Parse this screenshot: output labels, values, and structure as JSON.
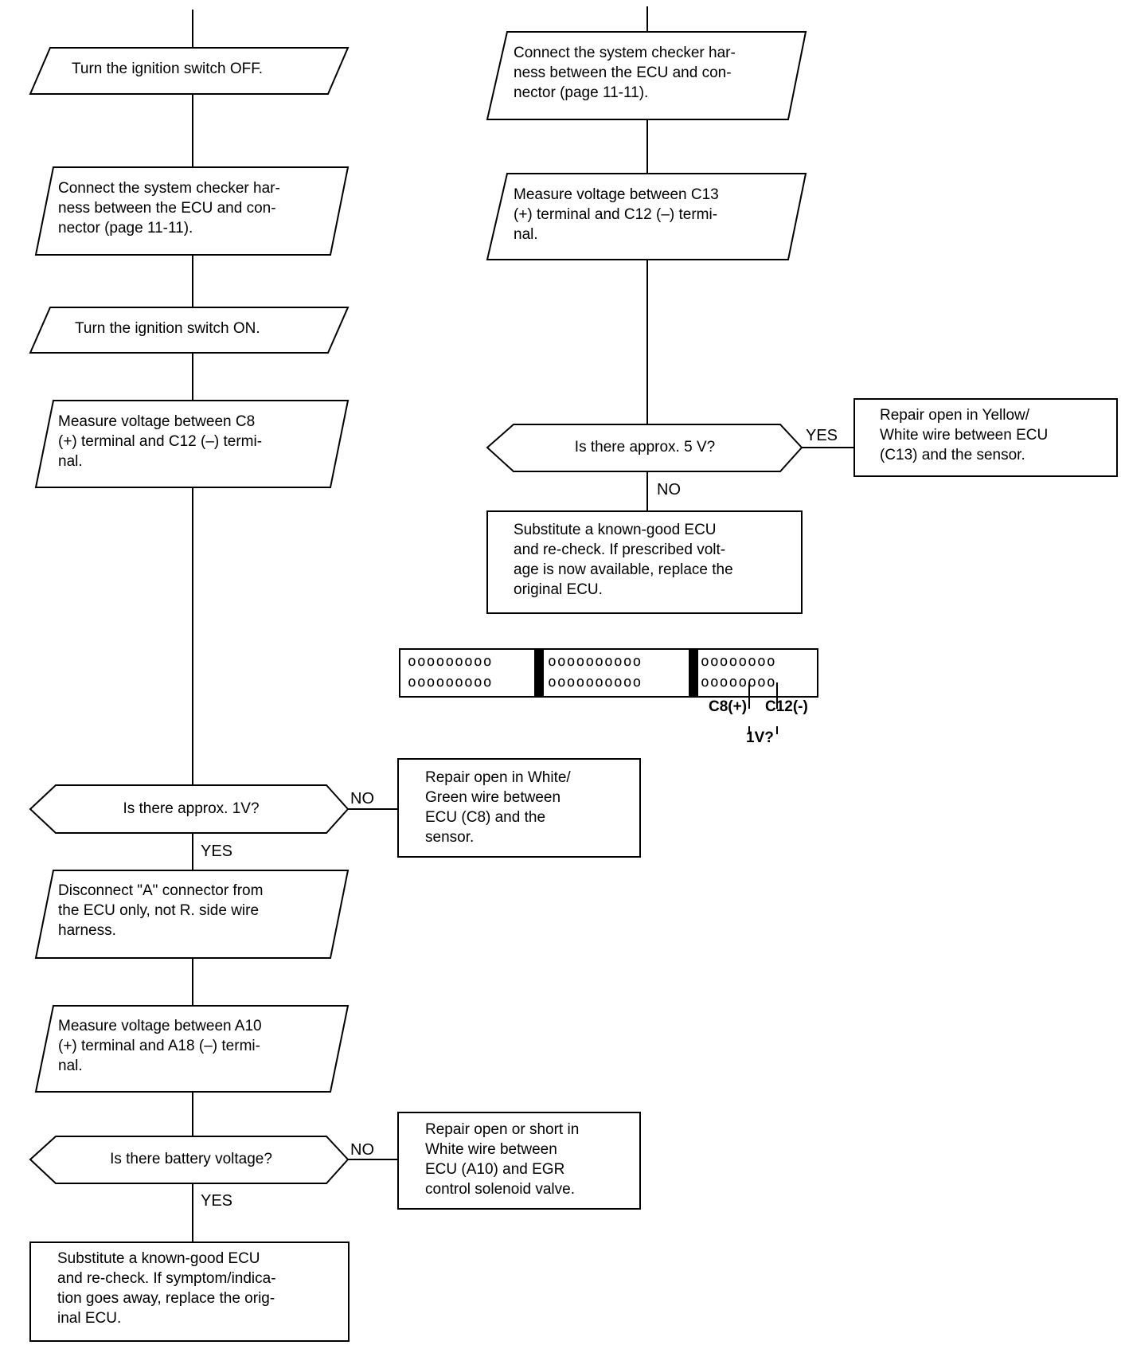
{
  "left_column": {
    "step1": "Turn the ignition switch OFF.",
    "step2": "Connect the system checker har-\nness between the ECU and con-\nnector (page 11-11).",
    "step3": "Turn the ignition switch ON.",
    "step4": "Measure voltage between C8\n(+) terminal and C12 (–) termi-\nnal.",
    "decision1": "Is there approx. 1V?",
    "decision1_no": "NO",
    "decision1_yes": "YES",
    "result1": "Repair open in White/\nGreen wire between\nECU (C8) and the\nsensor.",
    "step5": "Disconnect \"A\" connector from\nthe ECU only, not R. side wire\nharness.",
    "step6": "Measure voltage between A10\n(+) terminal and A18 (–) termi-\nnal.",
    "decision2": "Is there battery voltage?",
    "decision2_no": "NO",
    "decision2_yes": "YES",
    "result2": "Repair open or short in\nWhite wire between\nECU (A10) and EGR\ncontrol solenoid valve.",
    "final": "Substitute a known-good ECU\nand re-check. If symptom/indica-\ntion goes away, replace the orig-\ninal ECU."
  },
  "right_column": {
    "step1": "Connect the system checker har-\nness between the ECU and con-\nnector (page 11-11).",
    "step2": "Measure voltage between C13\n(+) terminal and C12 (–) termi-\nnal.",
    "decision": "Is there approx. 5 V?",
    "decision_yes": "YES",
    "decision_no": "NO",
    "result_yes": "Repair open in Yellow/\nWhite wire between ECU\n(C13) and the sensor.",
    "result_no": "Substitute a known-good ECU\nand re-check. If prescribed volt-\nage is now available, replace the\noriginal ECU."
  },
  "connector": {
    "block1_row1": "ooooooooo",
    "block1_row2": "ooooooooo",
    "block2_row1": "oooooooooo",
    "block2_row2": "oooooooooo",
    "block3_row1": "oooooooo",
    "block3_row2": "oooooooo",
    "label_c8": "C8(+)",
    "label_c12": "C12(-)",
    "label_voltage": "1V?"
  }
}
